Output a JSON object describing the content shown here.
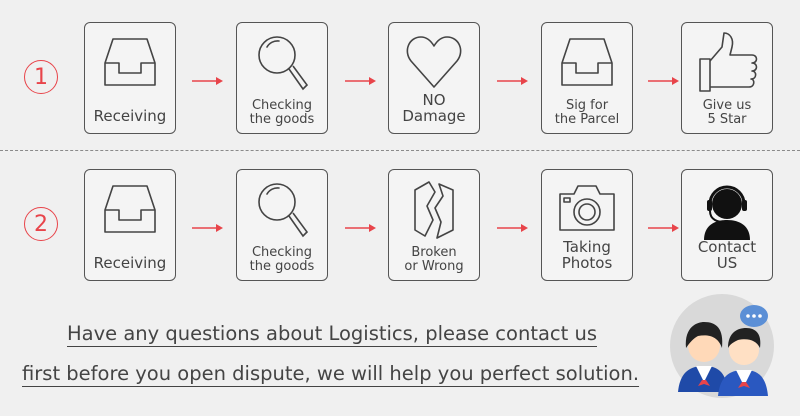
{
  "rows": [
    {
      "number": "1",
      "steps": [
        {
          "label": "Receiving",
          "icon": "inbox-tray-icon"
        },
        {
          "label": "Checking\nthe goods",
          "icon": "magnifier-icon"
        },
        {
          "label": "NO Damage",
          "icon": "heart-icon"
        },
        {
          "label": "Sig for\nthe Parcel",
          "icon": "inbox-tray-icon"
        },
        {
          "label": "Give us\n5 Star",
          "icon": "thumbs-up-icon"
        }
      ]
    },
    {
      "number": "2",
      "steps": [
        {
          "label": "Receiving",
          "icon": "inbox-tray-icon"
        },
        {
          "label": "Checking\nthe goods",
          "icon": "magnifier-icon"
        },
        {
          "label": "Broken\nor Wrong",
          "icon": "broken-box-icon"
        },
        {
          "label": "Taking\nPhotos",
          "icon": "camera-icon"
        },
        {
          "label": "Contact\nUS",
          "icon": "headset-agent-icon"
        }
      ]
    }
  ],
  "notice": {
    "line1": "Have any questions about Logistics, please contact us",
    "line2": "first before you open dispute, we will help you perfect solution."
  },
  "colors": {
    "accent": "#e8444a",
    "box_border": "#555555",
    "background": "#f0f0f0"
  }
}
